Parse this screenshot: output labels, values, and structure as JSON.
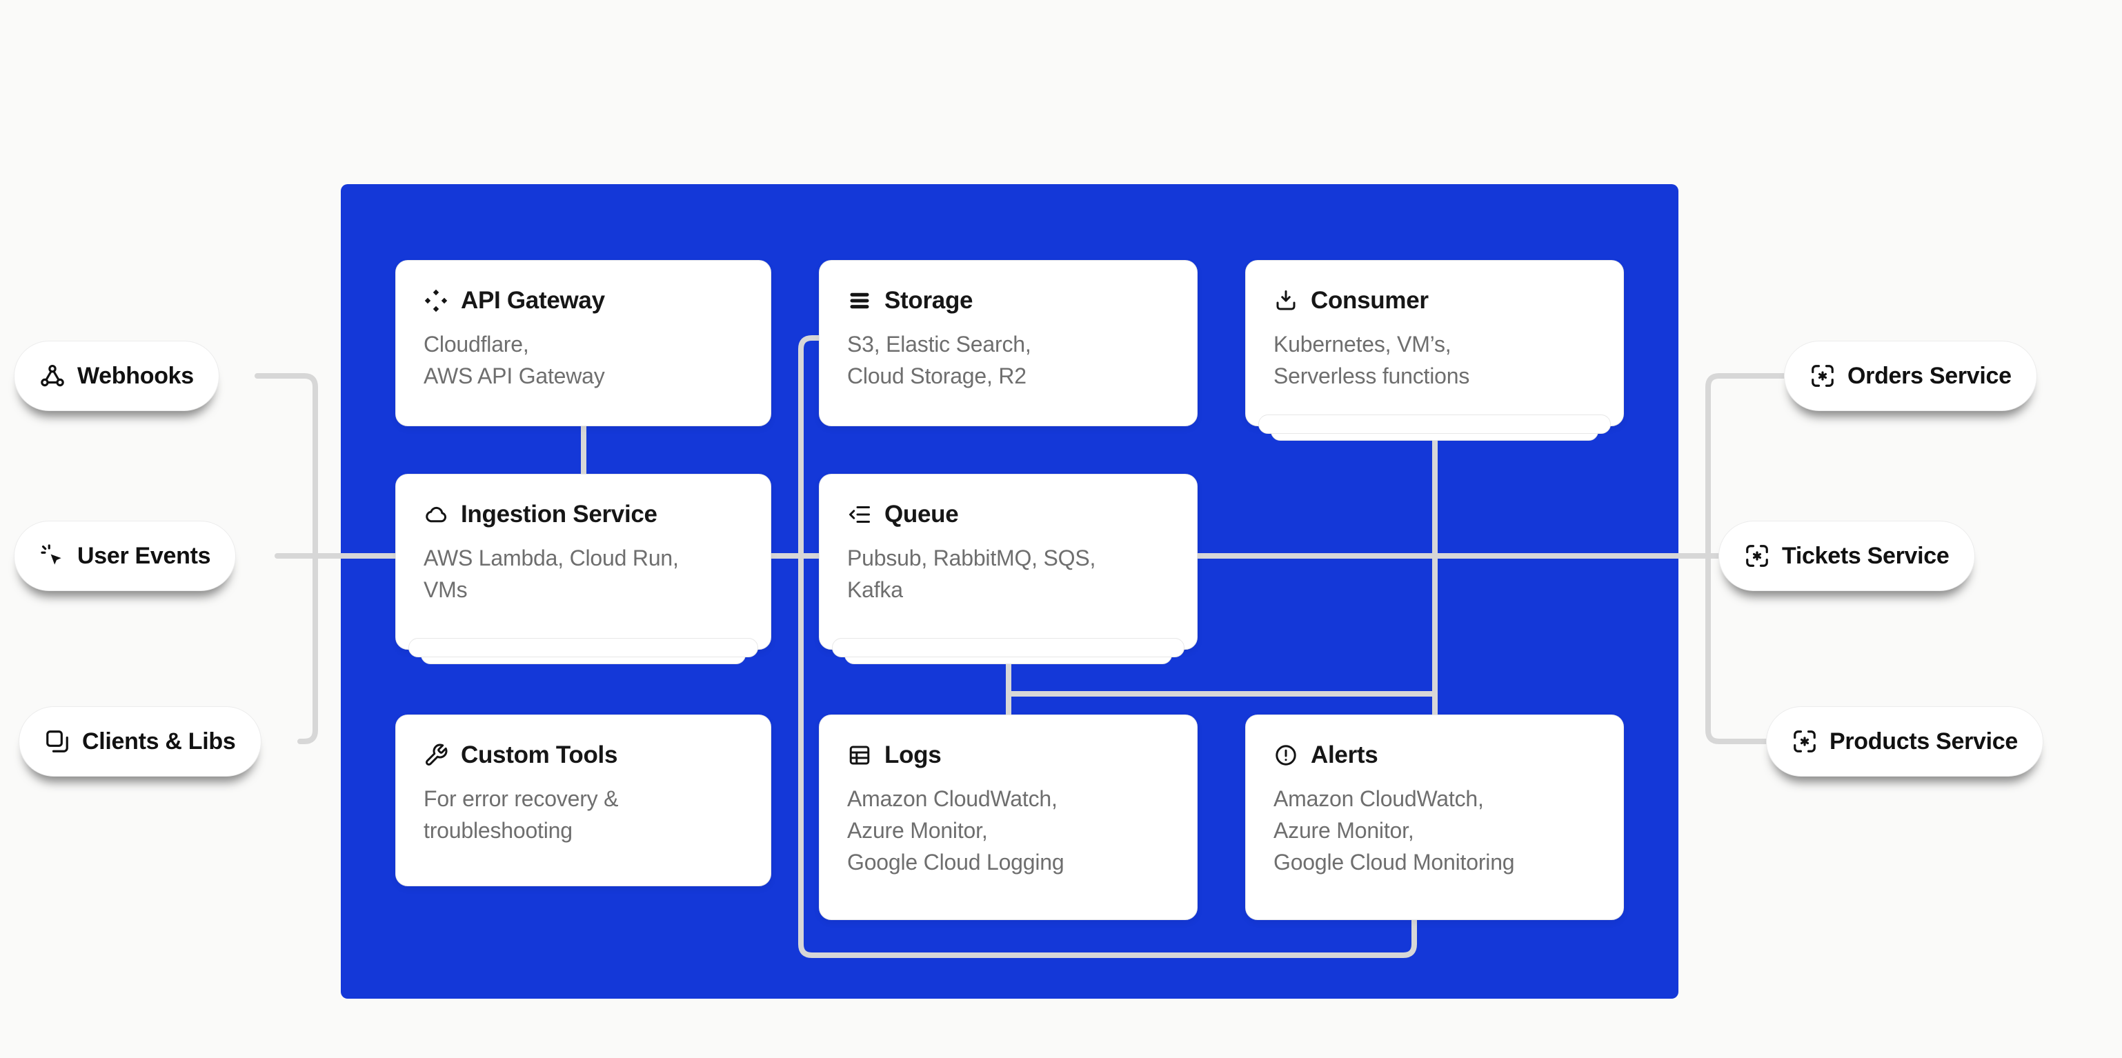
{
  "theme": {
    "background": "#fafaf9",
    "panel": "#1438d8",
    "line": "#d7d7d7",
    "card_bg": "#ffffff",
    "title_color": "#161616",
    "body_color": "#6e6e6e"
  },
  "sources": [
    {
      "label": "Webhooks",
      "icon": "webhook-icon"
    },
    {
      "label": "User Events",
      "icon": "cursor-click-icon"
    },
    {
      "label": "Clients & Libs",
      "icon": "clients-libs-icon"
    }
  ],
  "destinations": [
    {
      "label": "Orders Service",
      "icon": "service-icon"
    },
    {
      "label": "Tickets Service",
      "icon": "service-icon"
    },
    {
      "label": "Products Service",
      "icon": "service-icon"
    }
  ],
  "cards": [
    {
      "title": "API Gateway",
      "body": "Cloudflare,\nAWS API Gateway",
      "icon": "api-gateway-icon"
    },
    {
      "title": "Storage",
      "body": "S3, Elastic Search,\nCloud Storage, R2",
      "icon": "storage-icon"
    },
    {
      "title": "Consumer",
      "body": "Kubernetes, VM’s,\nServerless functions",
      "icon": "consumer-download-icon"
    },
    {
      "title": "Ingestion Service",
      "body": "AWS Lambda, Cloud Run,\nVMs",
      "icon": "cloud-icon"
    },
    {
      "title": "Queue",
      "body": "Pubsub, RabbitMQ, SQS,\nKafka",
      "icon": "queue-icon"
    },
    {
      "title": "Custom Tools",
      "body": "For error recovery &\ntroubleshooting",
      "icon": "wrench-icon"
    },
    {
      "title": "Logs",
      "body": "Amazon CloudWatch,\nAzure Monitor,\nGoogle Cloud Logging",
      "icon": "logs-table-icon"
    },
    {
      "title": "Alerts",
      "body": "Amazon CloudWatch,\nAzure Monitor,\nGoogle Cloud Monitoring",
      "icon": "alert-circle-icon"
    }
  ]
}
